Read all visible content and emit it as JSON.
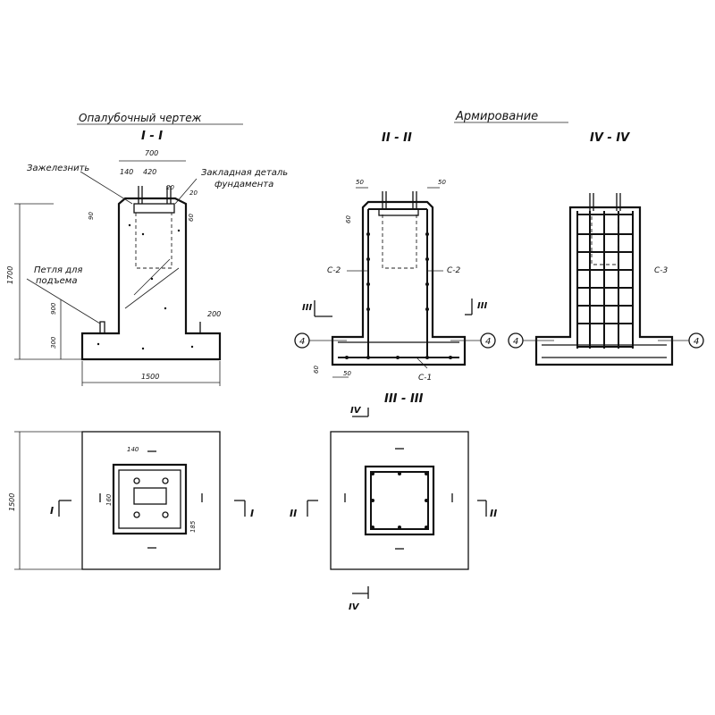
{
  "headings": {
    "formwork": "Опалубочный чертеж",
    "reinforcement": "Армирование"
  },
  "section_titles": {
    "s1": "I - I",
    "s2": "II - II",
    "s4": "IV - IV",
    "s3": "III - III"
  },
  "labels": {
    "zazhelezn": "Зажелезнить",
    "embedded_1": "Закладная деталь",
    "embedded_2": "фундамента",
    "loop_1": "Петля для",
    "loop_2": "подъема",
    "c1": "С-1",
    "c2_left": "С-2",
    "c2_right": "С-2",
    "c3": "С-3",
    "marker4": "4",
    "roman_I": "I",
    "roman_II": "II",
    "roman_III": "III",
    "roman_IV": "IV"
  },
  "dimensions": {
    "d700": "700",
    "d140": "140",
    "d420": "420",
    "d20a": "20",
    "d20b": "20",
    "d90": "90",
    "d60a": "60",
    "d1700": "1700",
    "d900": "900",
    "d300": "300",
    "d200": "200",
    "d1500": "1500",
    "d50a": "50",
    "d50b": "50",
    "d60b": "60",
    "d60c": "60",
    "d50c": "50",
    "p140": "140",
    "p160": "160",
    "p185": "185",
    "p1500": "1500"
  }
}
